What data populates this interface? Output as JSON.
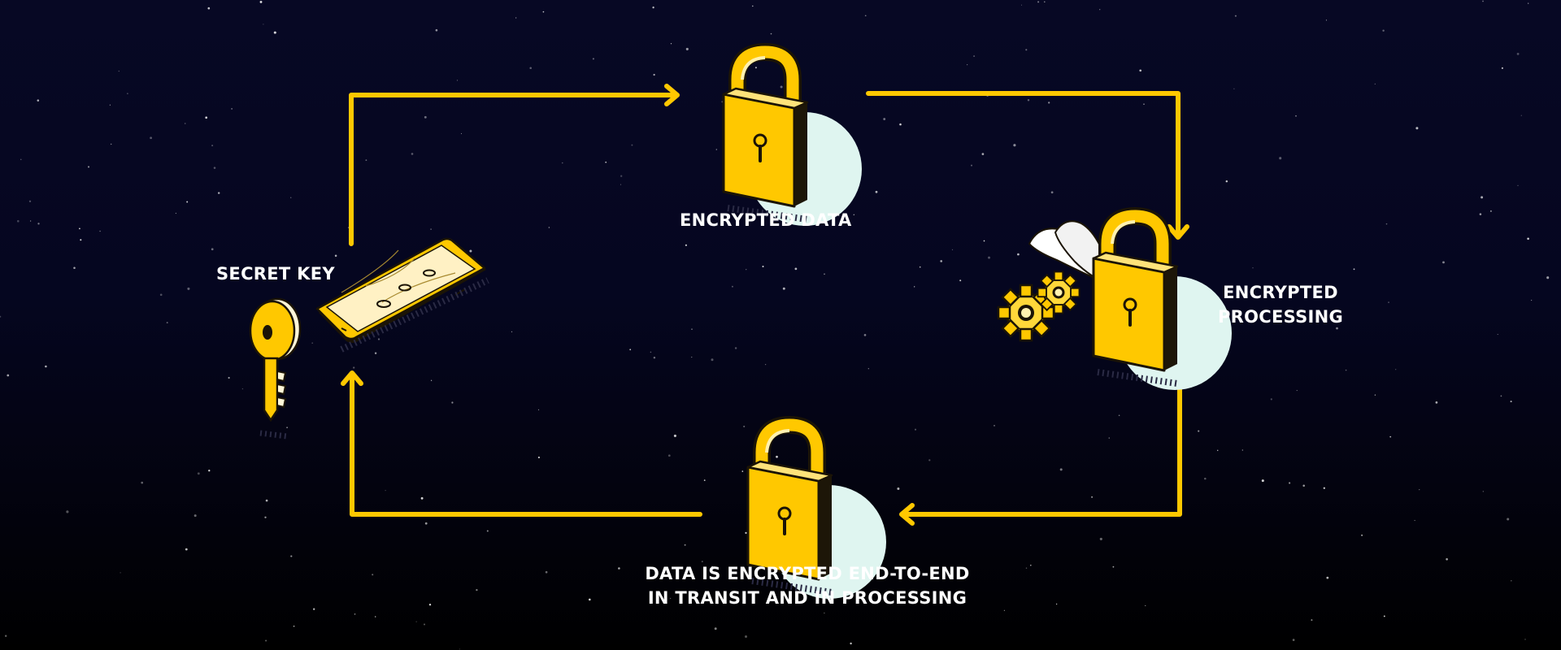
{
  "diagram": {
    "nodes": {
      "secret_key": {
        "label": "SECRET KEY",
        "icon": "key-icon"
      },
      "encrypted_data": {
        "label": "ENCRYPTED DATA",
        "icon": "padlock-icon"
      },
      "encrypted_processing": {
        "label_lines": [
          "ENCRYPTED",
          "PROCESSING"
        ],
        "icon": "gears-padlock-icon"
      },
      "end_to_end": {
        "label_lines": [
          "DATA IS ENCRYPTED END-TO-END",
          "IN TRANSIT AND IN PROCESSING"
        ],
        "icon": "padlock-icon"
      },
      "device": {
        "icon": "phone-icon"
      }
    },
    "flow": [
      {
        "from": "device",
        "to": "encrypted_data"
      },
      {
        "from": "encrypted_data",
        "to": "encrypted_processing"
      },
      {
        "from": "encrypted_processing",
        "to": "end_to_end"
      },
      {
        "from": "end_to_end",
        "to": "device"
      }
    ],
    "colors": {
      "accent": "#FFC800",
      "background": "#050620",
      "bubble": "#DFF5F0",
      "text": "#FFFFFF"
    }
  }
}
